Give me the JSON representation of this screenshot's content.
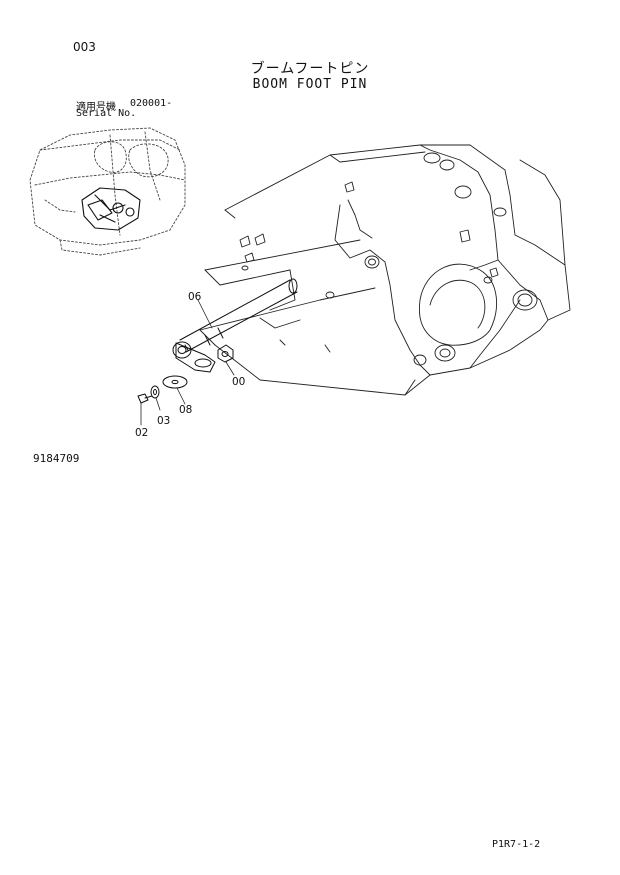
{
  "header": {
    "page_number": "003",
    "title_jp": "ブームフートピン",
    "title_en": "BOOM FOOT PIN"
  },
  "serial": {
    "label_jp": "適用号機",
    "value": "020001-",
    "label_en": "Serial No."
  },
  "callouts": {
    "c06": "06",
    "c00": "00",
    "c08": "08",
    "c03": "03",
    "c02": "02"
  },
  "drawing_id": "9184709",
  "footer": {
    "code": "P1R7-1-2"
  }
}
